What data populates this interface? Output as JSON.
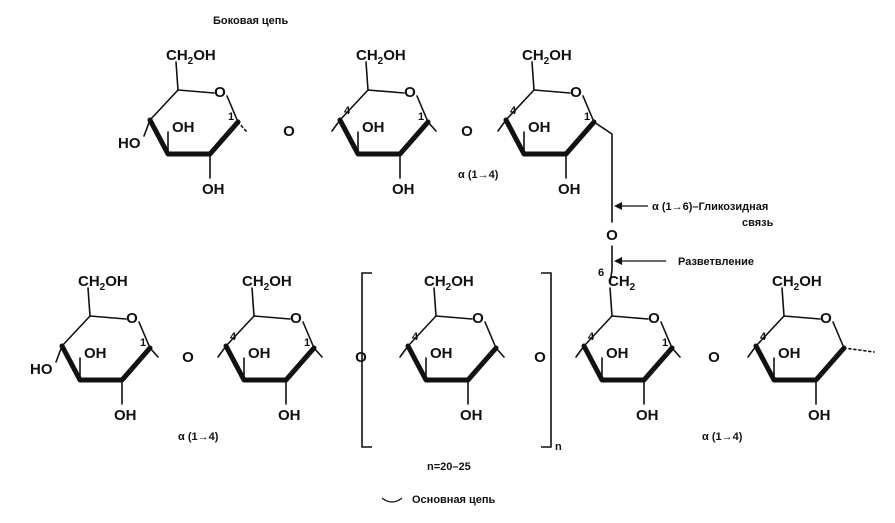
{
  "diagram": {
    "side_chain_label": "Боковая цепь",
    "main_chain_label": "Основная цепь",
    "glycosidic_bond_label_line1": "α (1→6)–Гликозидная",
    "glycosidic_bond_label_line2": "связь",
    "branching_label": "Разветвление",
    "repeat_count_label": "n=20–25",
    "repeat_subscript": "n",
    "alpha_1_4_label": "α (1→4)",
    "positions": {
      "one": "1",
      "four": "4",
      "six": "6"
    },
    "groups": {
      "ch2oh_prefix": "CH",
      "ch2oh_subscript": "2",
      "ch2oh_suffix": "OH",
      "ch2": "CH",
      "oh": "OH",
      "ho": "HO",
      "ring_oxygen": "O",
      "bridge_oxygen": "O"
    },
    "colors": {
      "ink": "#111111",
      "background": "#ffffff"
    }
  }
}
